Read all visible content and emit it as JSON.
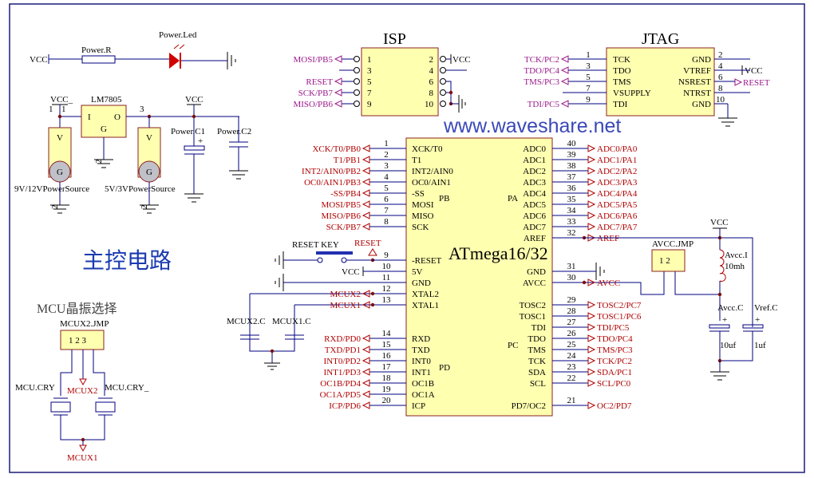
{
  "colors": {
    "wire": "#000080",
    "net_label": "#b00000",
    "connector_net": "#9a1a8a",
    "part_fill": "#ffffb0",
    "title": "#1a3ab0",
    "led": "#d00000"
  },
  "watermark": "www.waveshare.net",
  "title": "主控电路",
  "power": {
    "vcc": "VCC",
    "resistor": "Power.R",
    "led": "Power.Led",
    "regulator": "LM7805",
    "reg_in": "I",
    "reg_out": "O",
    "reg_gnd": "G",
    "reg_gnd_pin": "2",
    "vcc_in": "VCC_",
    "pin1": "1",
    "pin1b": "1",
    "pin3": "3",
    "source1": "9V/12VPowerSource",
    "source2": "5V/3VPowerSource",
    "src_pin": "2",
    "src_v": "V",
    "src_g": "G",
    "vcc_out": "VCC",
    "c1": "Power.C1",
    "c2": "Power.C2",
    "plus": "+"
  },
  "crystal": {
    "heading": "MCU晶振选择",
    "jumper": "MCUX2.JMP",
    "jp_pins": "1 2 3",
    "cry1": "MCU.CRY",
    "cry2": "MCU.CRY_",
    "net2": "MCUX2",
    "net1": "MCUX1",
    "cap2": "MCUX2.C",
    "cap1": "MCUX1.C"
  },
  "isp": {
    "title": "ISP",
    "left": [
      {
        "num": "1",
        "net": "MOSI/PB5"
      },
      {
        "num": "3",
        "net": ""
      },
      {
        "num": "5",
        "net": "RESET"
      },
      {
        "num": "7",
        "net": "SCK/PB7"
      },
      {
        "num": "9",
        "net": "MISO/PB6"
      }
    ],
    "right": [
      {
        "num": "2"
      },
      {
        "num": "4"
      },
      {
        "num": "6"
      },
      {
        "num": "8"
      },
      {
        "num": "10"
      }
    ],
    "vcc": "VCC"
  },
  "jtag": {
    "title": "JTAG",
    "left": [
      {
        "num": "1",
        "name": "TCK",
        "net": "TCK/PC2"
      },
      {
        "num": "3",
        "name": "TDO",
        "net": "TDO/PC4"
      },
      {
        "num": "5",
        "name": "TMS",
        "net": "TMS/PC3"
      },
      {
        "num": "7",
        "name": "VSUPPLY",
        "net": ""
      },
      {
        "num": "9",
        "name": "TDI",
        "net": "TDI/PC5"
      }
    ],
    "right": [
      {
        "num": "2",
        "name": "GND"
      },
      {
        "num": "4",
        "name": "VTREF"
      },
      {
        "num": "6",
        "name": "NSREST"
      },
      {
        "num": "8",
        "name": "NTRST"
      },
      {
        "num": "10",
        "name": "GND"
      }
    ],
    "vcc": "VCC",
    "reset": "RESET"
  },
  "mcu": {
    "name": "ATmega16/32",
    "ports": {
      "pb": "PB",
      "pa": "PA",
      "pd": "PD",
      "pc": "PC"
    },
    "left": [
      {
        "num": "1",
        "name": "XCK/T0",
        "net": "XCK/T0/PB0"
      },
      {
        "num": "2",
        "name": "T1",
        "net": "T1/PB1"
      },
      {
        "num": "3",
        "name": "INT2/AIN0",
        "net": "INT2/AIN0/PB2"
      },
      {
        "num": "4",
        "name": "OC0/AIN1",
        "net": "OC0/AIN1/PB3"
      },
      {
        "num": "5",
        "name": "-SS",
        "net": "-SS/PB4"
      },
      {
        "num": "6",
        "name": "MOSI",
        "net": "MOSI/PB5"
      },
      {
        "num": "7",
        "name": "MISO",
        "net": "MISO/PB6"
      },
      {
        "num": "8",
        "name": "SCK",
        "net": "SCK/PB7"
      },
      {
        "num": "9",
        "name": "-RESET",
        "net": ""
      },
      {
        "num": "10",
        "name": "5V",
        "net": ""
      },
      {
        "num": "11",
        "name": "GND",
        "net": ""
      },
      {
        "num": "12",
        "name": "XTAL2",
        "net": "MCUX2"
      },
      {
        "num": "13",
        "name": "XTAL1",
        "net": "MCUX1"
      },
      {
        "num": "14",
        "name": "RXD",
        "net": "RXD/PD0"
      },
      {
        "num": "15",
        "name": "TXD",
        "net": "TXD/PD1"
      },
      {
        "num": "16",
        "name": "INT0",
        "net": "INT0/PD2"
      },
      {
        "num": "17",
        "name": "INT1",
        "net": "INT1/PD3"
      },
      {
        "num": "18",
        "name": "OC1B",
        "net": "OC1B/PD4"
      },
      {
        "num": "19",
        "name": "OC1A",
        "net": "OC1A/PD5"
      },
      {
        "num": "20",
        "name": "ICP",
        "net": "ICP/PD6"
      }
    ],
    "right": [
      {
        "num": "40",
        "name": "ADC0",
        "net": "ADC0/PA0"
      },
      {
        "num": "39",
        "name": "ADC1",
        "net": "ADC1/PA1"
      },
      {
        "num": "38",
        "name": "ADC2",
        "net": "ADC2/PA2"
      },
      {
        "num": "37",
        "name": "ADC3",
        "net": "ADC3/PA3"
      },
      {
        "num": "36",
        "name": "ADC4",
        "net": "ADC4/PA4"
      },
      {
        "num": "35",
        "name": "ADC5",
        "net": "ADC5/PA5"
      },
      {
        "num": "34",
        "name": "ADC6",
        "net": "ADC6/PA6"
      },
      {
        "num": "33",
        "name": "ADC7",
        "net": "ADC7/PA7"
      },
      {
        "num": "32",
        "name": "AREF",
        "net": "AREF"
      },
      {
        "num": "31",
        "name": "GND",
        "net": ""
      },
      {
        "num": "30",
        "name": "AVCC",
        "net": "AVCC"
      },
      {
        "num": "29",
        "name": "TOSC2",
        "net": "TOSC2/PC7"
      },
      {
        "num": "28",
        "name": "TOSC1",
        "net": "TOSC1/PC6"
      },
      {
        "num": "27",
        "name": "TDI",
        "net": "TDI/PC5"
      },
      {
        "num": "26",
        "name": "TDO",
        "net": "TDO/PC4"
      },
      {
        "num": "25",
        "name": "TMS",
        "net": "TMS/PC3"
      },
      {
        "num": "24",
        "name": "TCK",
        "net": "TCK/PC2"
      },
      {
        "num": "23",
        "name": "SDA",
        "net": "SDA/PC1"
      },
      {
        "num": "22",
        "name": "SCL",
        "net": "SCL/PC0"
      },
      {
        "num": "21",
        "name": "PD7/OC2",
        "net": "OC2/PD7"
      }
    ],
    "reset_key": "RESET KEY",
    "reset_net": "RESET",
    "vcc": "VCC"
  },
  "avcc": {
    "jumper": "AVCC.JMP",
    "jp_pins": "1 2",
    "vcc": "VCC",
    "inductor": "Avcc.I",
    "inductor_value": "10mh",
    "cap1": "Avcc.C",
    "cap1_value": "10uf",
    "cap2": "Vref.C",
    "cap2_value": "1uf",
    "plus": "+"
  }
}
